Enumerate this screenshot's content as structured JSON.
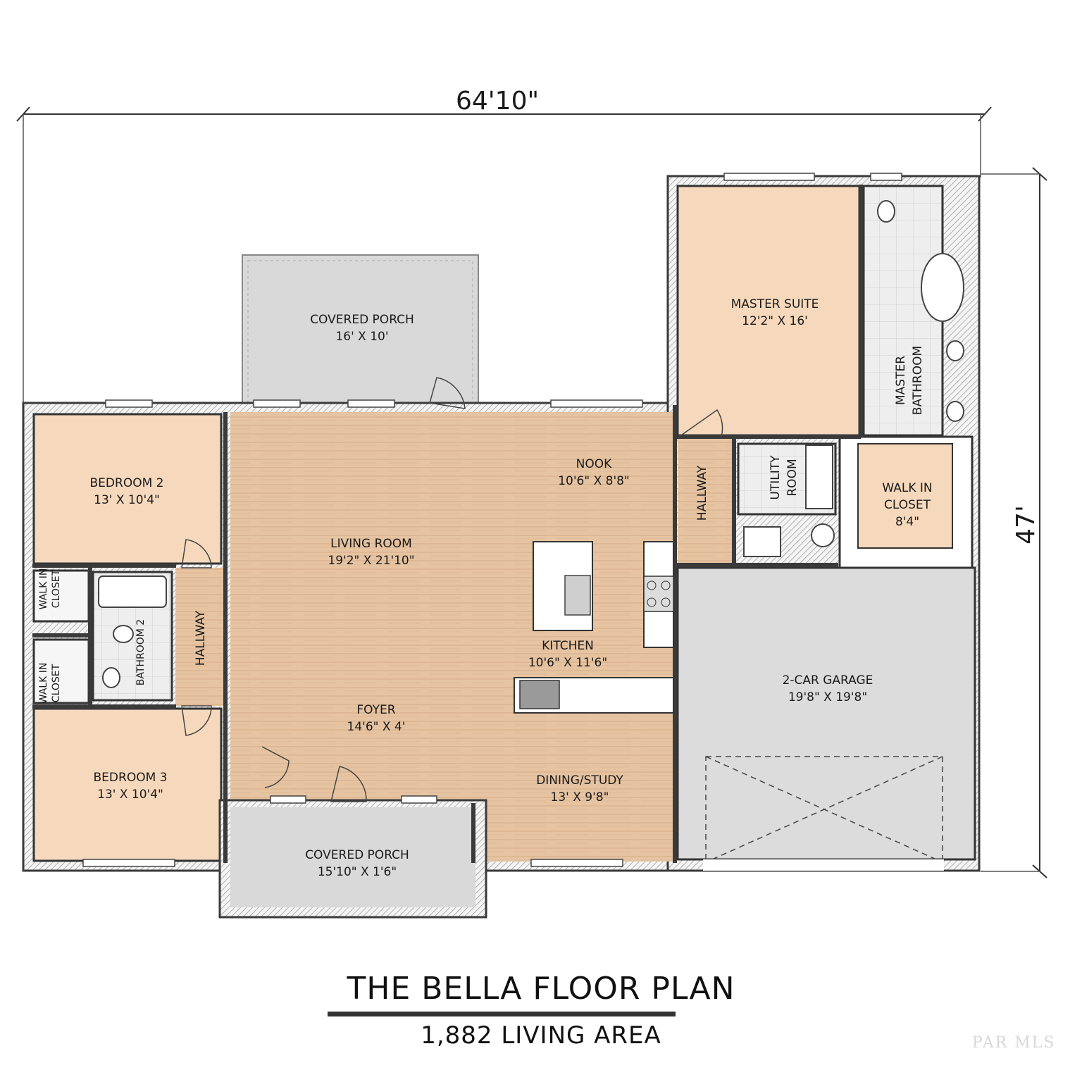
{
  "plan": {
    "title": "THE BELLA FLOOR PLAN",
    "subtitle": "1,882 LIVING AREA",
    "overall_width": "64'10\"",
    "overall_depth": "47'"
  },
  "rooms": {
    "covered_porch_rear": {
      "name": "COVERED PORCH",
      "size": "16' X 10'"
    },
    "master_suite": {
      "name": "MASTER SUITE",
      "size": "12'2\" X 16'"
    },
    "master_bathroom": {
      "line1": "MASTER",
      "line2": "BATHROOM"
    },
    "bedroom_2": {
      "name": "BEDROOM 2",
      "size": "13' X 10'4\""
    },
    "nook": {
      "name": "NOOK",
      "size": "10'6\" X 8'8\""
    },
    "hallway_right": {
      "name": "HALLWAY"
    },
    "utility_room": {
      "line1": "UTILITY",
      "line2": "ROOM"
    },
    "walk_in_closet_master": {
      "line1": "WALK IN",
      "line2": "CLOSET",
      "size": "8'4\""
    },
    "living_room": {
      "name": "LIVING ROOM",
      "size": "19'2\" X 21'10\""
    },
    "walk_in_closet_1": {
      "line1": "WALK IN",
      "line2": "CLOSET"
    },
    "walk_in_closet_2": {
      "line1": "WALK IN",
      "line2": "CLOSET"
    },
    "bathroom_2": {
      "name": "BATHROOM 2"
    },
    "hallway_left": {
      "name": "HALLWAY"
    },
    "kitchen": {
      "name": "KITCHEN",
      "size": "10'6\" X 11'6\""
    },
    "garage": {
      "name": "2-CAR GARAGE",
      "size": "19'8\" X 19'8\""
    },
    "foyer": {
      "name": "FOYER",
      "size": "14'6\" X 4'"
    },
    "bedroom_3": {
      "name": "BEDROOM 3",
      "size": "13' X 10'4\""
    },
    "dining_study": {
      "name": "DINING/STUDY",
      "size": "13' X 9'8\""
    },
    "covered_porch_front": {
      "name": "COVERED PORCH",
      "size": "15'10\" X 1'6\""
    }
  },
  "colors": {
    "wood_floor": "#e8c8a8",
    "bedroom_floor": "#f8dcc0",
    "porch_gray": "#d9d9d9",
    "garage_gray": "#dcdcdc",
    "tile": "#ececec",
    "wall": "#3a3a3a"
  },
  "watermark": "PAR MLS"
}
